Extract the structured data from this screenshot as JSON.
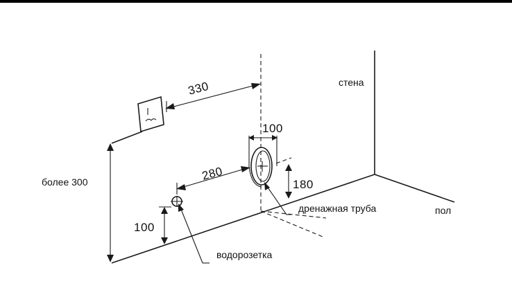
{
  "labels": {
    "wall": "стена",
    "floor": "пол",
    "drain_pipe": "дренажная труба",
    "water_outlet": "водорозетка",
    "more_than_300": "более 300"
  },
  "dimensions": {
    "to_socket": "330",
    "drain_width": "100",
    "outlet_to_drain": "280",
    "drain_height": "180",
    "outlet_height": "100"
  },
  "colors": {
    "ink": "#1a1a1a",
    "top_bar": "#000000",
    "background": "#ffffff"
  },
  "icons": {
    "socket": "power-socket-icon"
  }
}
